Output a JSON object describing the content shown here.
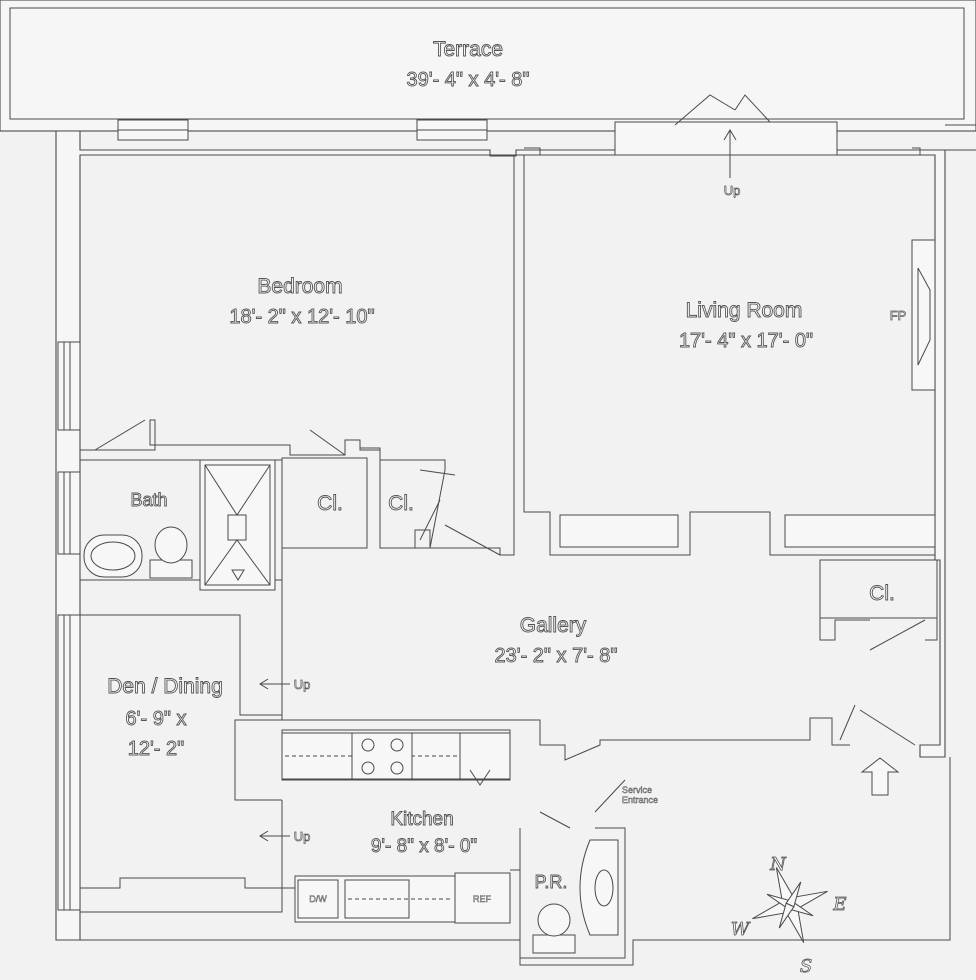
{
  "rooms": {
    "terrace": {
      "name": "Terrace",
      "dim": "39'- 4\" x 4'- 8\""
    },
    "bedroom": {
      "name": "Bedroom",
      "dim": "18'- 2\" x 12'- 10\""
    },
    "living": {
      "name": "Living Room",
      "dim": "17'- 4\" x 17'- 0\""
    },
    "bath": {
      "name": "Bath"
    },
    "closet1": {
      "name": "Cl."
    },
    "closet2": {
      "name": "Cl."
    },
    "closet3": {
      "name": "Cl."
    },
    "gallery": {
      "name": "Gallery",
      "dim": "23'- 2\" x 7'- 8\""
    },
    "den": {
      "name": "Den / Dining",
      "dim_line1": "6'- 9\" x",
      "dim_line2": "12'- 2\""
    },
    "kitchen": {
      "name": "Kitchen",
      "dim": "9'- 8\" x 8'- 0\""
    },
    "powder": {
      "name": "P.R."
    }
  },
  "labels": {
    "fireplace": "FP",
    "up_terrace": "Up",
    "up_den_1": "Up",
    "up_den_2": "Up",
    "entrance_line1": "Service",
    "entrance_line2": "Entrance",
    "dishwasher": "D/W",
    "refrigerator": "REF"
  },
  "compass": {
    "n": "N",
    "s": "S",
    "e": "E",
    "w": "W"
  }
}
